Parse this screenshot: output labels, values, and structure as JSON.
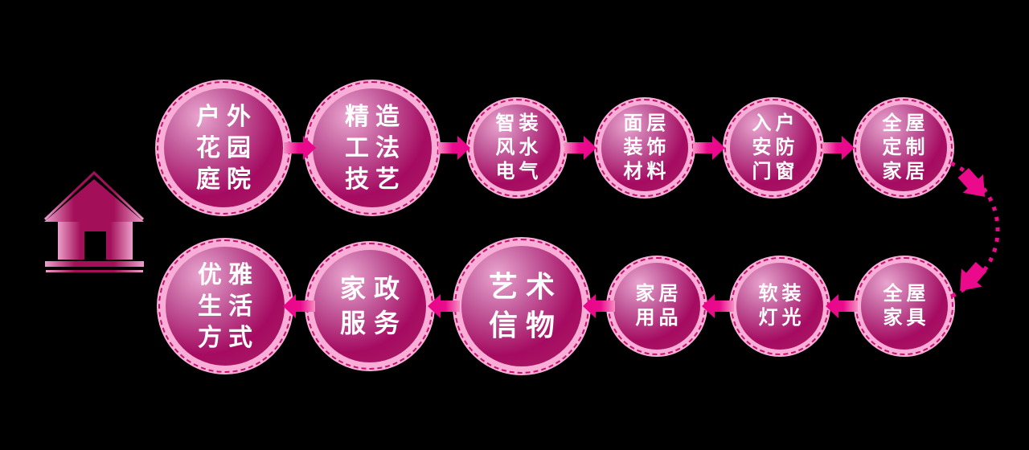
{
  "diagram": {
    "type": "process-flow",
    "colors": {
      "background": "#000000",
      "arrow": "#EB0A8C",
      "ring": "#F8AED6",
      "ring_dash": "#C7116E",
      "bubble_dark": "#A50B61",
      "bubble_light": "#E9A5CF",
      "text": "#FFFFFF"
    },
    "icons": {
      "house": "house-icon",
      "connector": "curved-dotted-arrow"
    },
    "top_row": [
      {
        "label": "户外花园庭院",
        "lines": [
          "户外",
          "花园",
          "庭院"
        ]
      },
      {
        "label": "精造工法技艺",
        "lines": [
          "精造",
          "工法",
          "技艺"
        ]
      },
      {
        "label": "智装风水电气",
        "lines": [
          "智装",
          "风水",
          "电气"
        ]
      },
      {
        "label": "面层装饰材料",
        "lines": [
          "面层",
          "装饰",
          "材料"
        ]
      },
      {
        "label": "入户安防门窗",
        "lines": [
          "入户",
          "安防",
          "门窗"
        ]
      },
      {
        "label": "全屋定制家居",
        "lines": [
          "全屋",
          "定制",
          "家居"
        ]
      }
    ],
    "bottom_row": [
      {
        "label": "优雅生活方式",
        "lines": [
          "优雅",
          "生活",
          "方式"
        ]
      },
      {
        "label": "家政服务",
        "lines": [
          "家政",
          "服务"
        ]
      },
      {
        "label": "艺术信物",
        "lines": [
          "艺术",
          "信物"
        ]
      },
      {
        "label": "家居用品",
        "lines": [
          "家居",
          "用品"
        ]
      },
      {
        "label": "软装灯光",
        "lines": [
          "软装",
          "灯光"
        ]
      },
      {
        "label": "全屋家具",
        "lines": [
          "全屋",
          "家具"
        ]
      }
    ],
    "flow": {
      "top_direction": "left-to-right",
      "bottom_direction": "right-to-left"
    }
  }
}
